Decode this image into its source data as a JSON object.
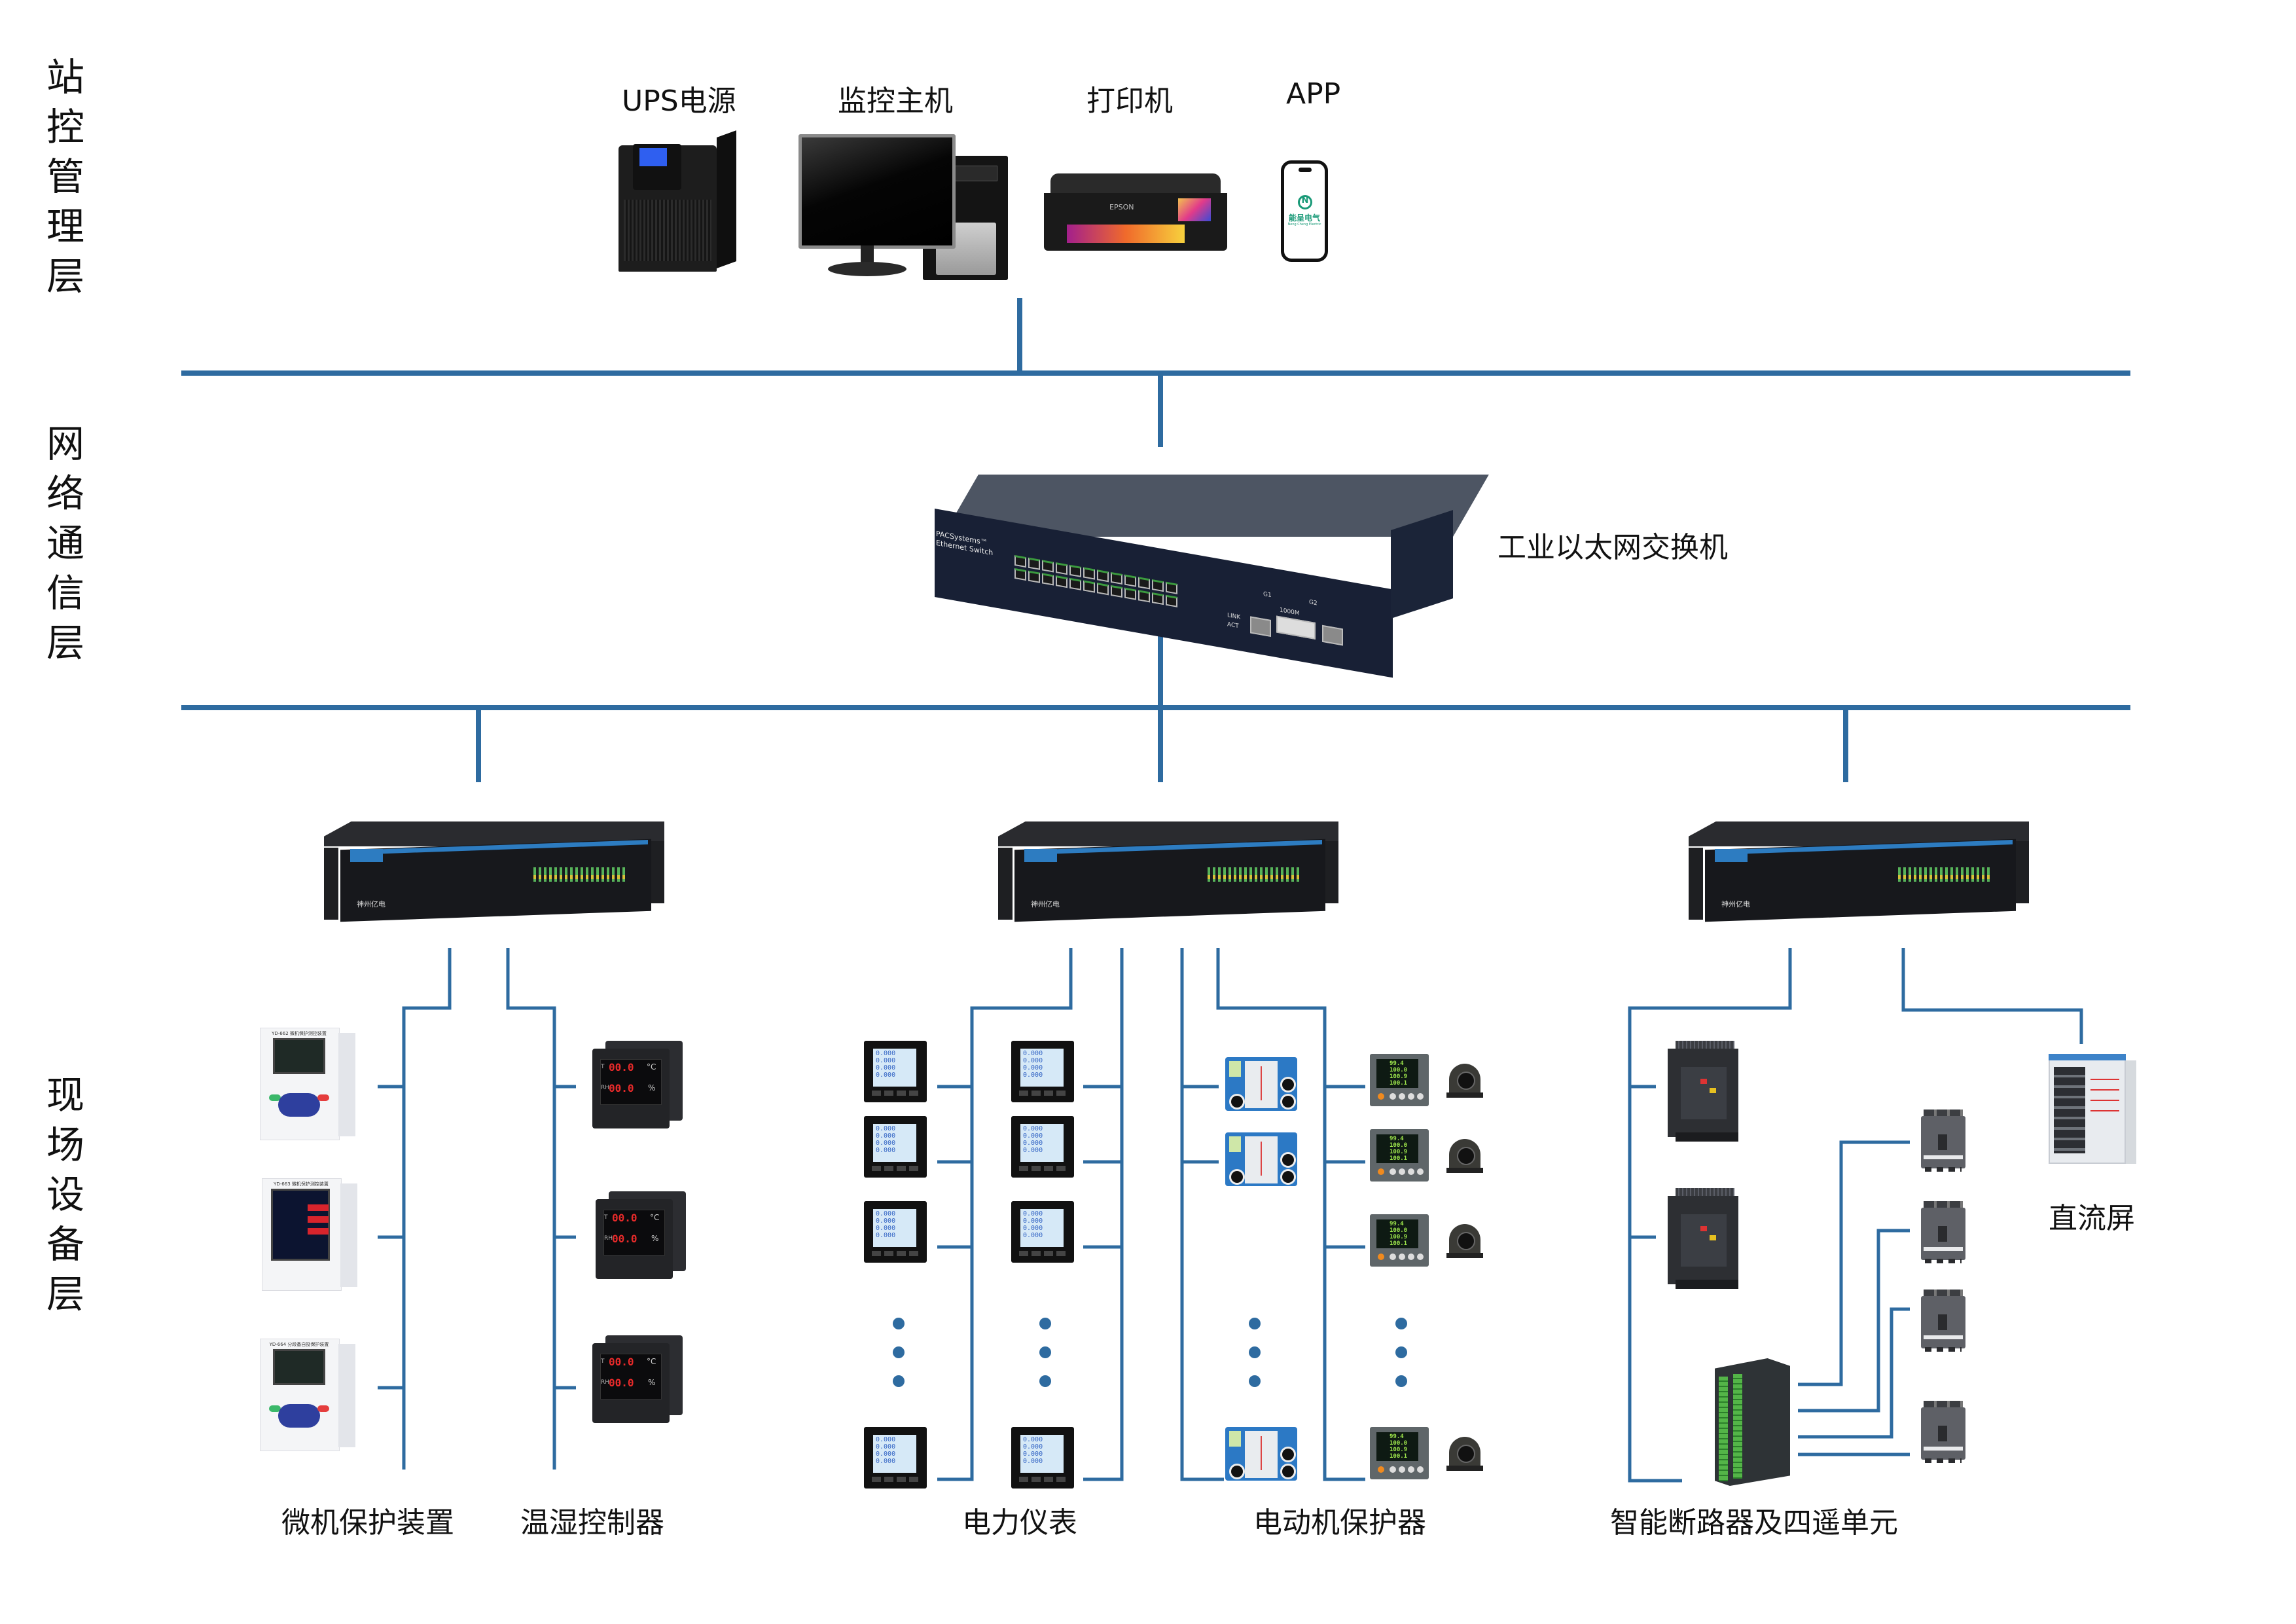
{
  "diagram": {
    "title": "",
    "line_color": "#2E6BA0",
    "layers": [
      {
        "id": "station",
        "label": "站\n控\n管\n理\n层"
      },
      {
        "id": "network",
        "label": "网\n络\n通\n信\n层"
      },
      {
        "id": "field",
        "label": "现\n场\n设\n备\n层"
      }
    ],
    "station_devices": [
      {
        "id": "ups",
        "label": "UPS电源"
      },
      {
        "id": "host",
        "label": "监控主机"
      },
      {
        "id": "printer",
        "label": "打印机",
        "brand": "EPSON"
      },
      {
        "id": "app",
        "label": "APP",
        "brand_cn": "能呈电气",
        "brand_en": "Neng Cheng Electric",
        "logo_letter": "N"
      }
    ],
    "switch": {
      "label": "工业以太网交换机",
      "model_line1": "PACSystems™",
      "model_line2": "Ethernet Switch",
      "port_count": 24,
      "link": "LINK",
      "act": "ACT",
      "gigabit": "1000M",
      "g1": "G1",
      "g2": "G2"
    },
    "gateways": [
      {
        "id": "gw-left",
        "brand": "神州亿电"
      },
      {
        "id": "gw-middle",
        "brand": "神州亿电"
      },
      {
        "id": "gw-right",
        "brand": "神州亿电"
      }
    ],
    "field_groups": [
      {
        "id": "relay",
        "label": "微机保护装置",
        "models": [
          "YD-662 微机保护测控装置",
          "YD-663 微机保护测控装置",
          "YD-664 分段备自投保护装置"
        ]
      },
      {
        "id": "th",
        "label": "温湿控制器",
        "t_label": "T",
        "rh_label": "RH",
        "t_value": "00.0",
        "rh_value": "00.0",
        "t_unit": "°C",
        "rh_unit": "%"
      },
      {
        "id": "meter",
        "label": "电力仪表",
        "readings": [
          "0.000",
          "0.000",
          "0.000",
          "0.000"
        ]
      },
      {
        "id": "motor",
        "label": "电动机保护器",
        "readings": [
          "99.4",
          "100.0",
          "100.9",
          "100.1"
        ]
      },
      {
        "id": "breaker",
        "label": "智能断路器及四遥单元"
      },
      {
        "id": "dc",
        "label": "直流屏"
      }
    ],
    "ellipsis": "⋮"
  }
}
